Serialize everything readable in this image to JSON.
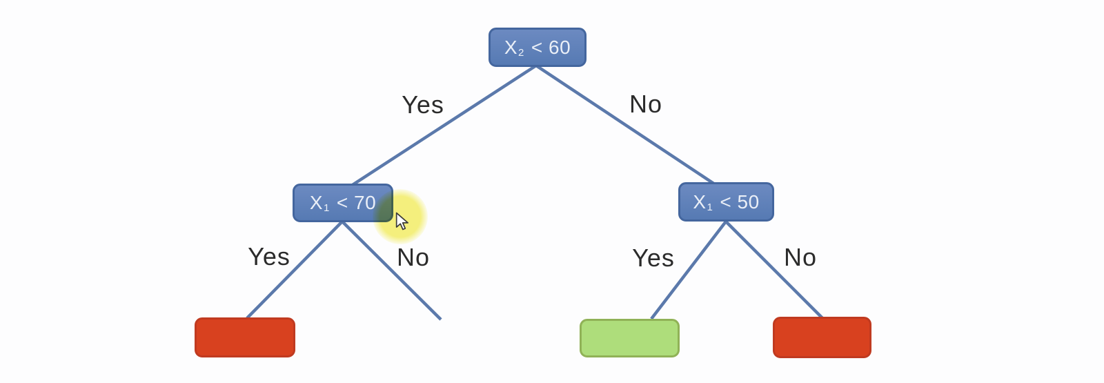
{
  "diagram": {
    "type": "decision-tree",
    "nodes": {
      "root": {
        "variable": "X",
        "subscript": "2",
        "condition": "< 60"
      },
      "left": {
        "variable": "X",
        "subscript": "1",
        "condition": "< 70"
      },
      "right": {
        "variable": "X",
        "subscript": "1",
        "condition": "< 50"
      }
    },
    "edge_labels": {
      "root_yes": "Yes",
      "root_no": "No",
      "left_yes": "Yes",
      "left_no": "No",
      "right_yes": "Yes",
      "right_no": "No"
    },
    "leaves": [
      {
        "id": "left-yes-leaf",
        "fill": "#d8411f",
        "border": "#c03a20"
      },
      {
        "id": "right-yes-leaf",
        "fill": "#aedd7b",
        "border": "#90b257"
      },
      {
        "id": "right-no-leaf",
        "fill": "#d8411f",
        "border": "#c03a20"
      }
    ],
    "colors": {
      "node_fill": "#5f80b8",
      "node_border": "#44669e",
      "node_text": "#eaeff7",
      "edge": "#5b79ab",
      "label_text": "#2b2b2b",
      "highlight": "#f5f076",
      "background": "#fdfdfe"
    }
  },
  "cursor": {
    "type": "arrow-pointer"
  }
}
